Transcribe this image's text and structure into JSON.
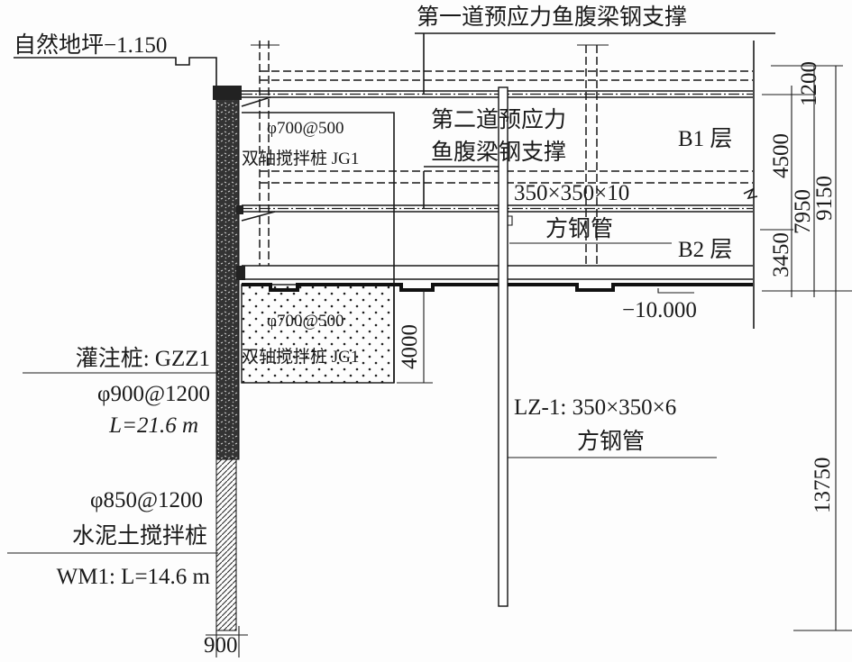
{
  "labels": {
    "strut1": "第一道预应力鱼腹梁钢支撑",
    "ground": "自然地坪−1.150",
    "strut2_line1": "第二道预应力",
    "strut2_line2": "鱼腹梁钢支撑",
    "jg1_upper_spec": "φ700@500",
    "jg1_upper_name": "双轴搅拌桩 JG1",
    "jg1_lower_spec": "φ700@500",
    "jg1_lower_name": "双轴搅拌桩 JG1",
    "b1": "B1 层",
    "b2": "B2 层",
    "tube_size": "350×350×10",
    "tube_name": "方钢管",
    "bottom_elev": "−10.000",
    "gzz_name": "灌注桩: GZZ1",
    "gzz_spec": "φ900@1200",
    "gzz_len": "L=21.6 m",
    "wm_spec": "φ850@1200",
    "wm_name": "水泥土搅拌桩",
    "wm_len": "WM1: L=14.6 m",
    "lz_spec": "LZ-1: 350×350×6",
    "lz_name": "方钢管"
  },
  "dimensions": {
    "d1200": "1200",
    "d4500": "4500",
    "d7950": "7950",
    "d9150": "9150",
    "d3450": "3450",
    "d13750": "13750",
    "d4000": "4000",
    "d900": "900"
  }
}
